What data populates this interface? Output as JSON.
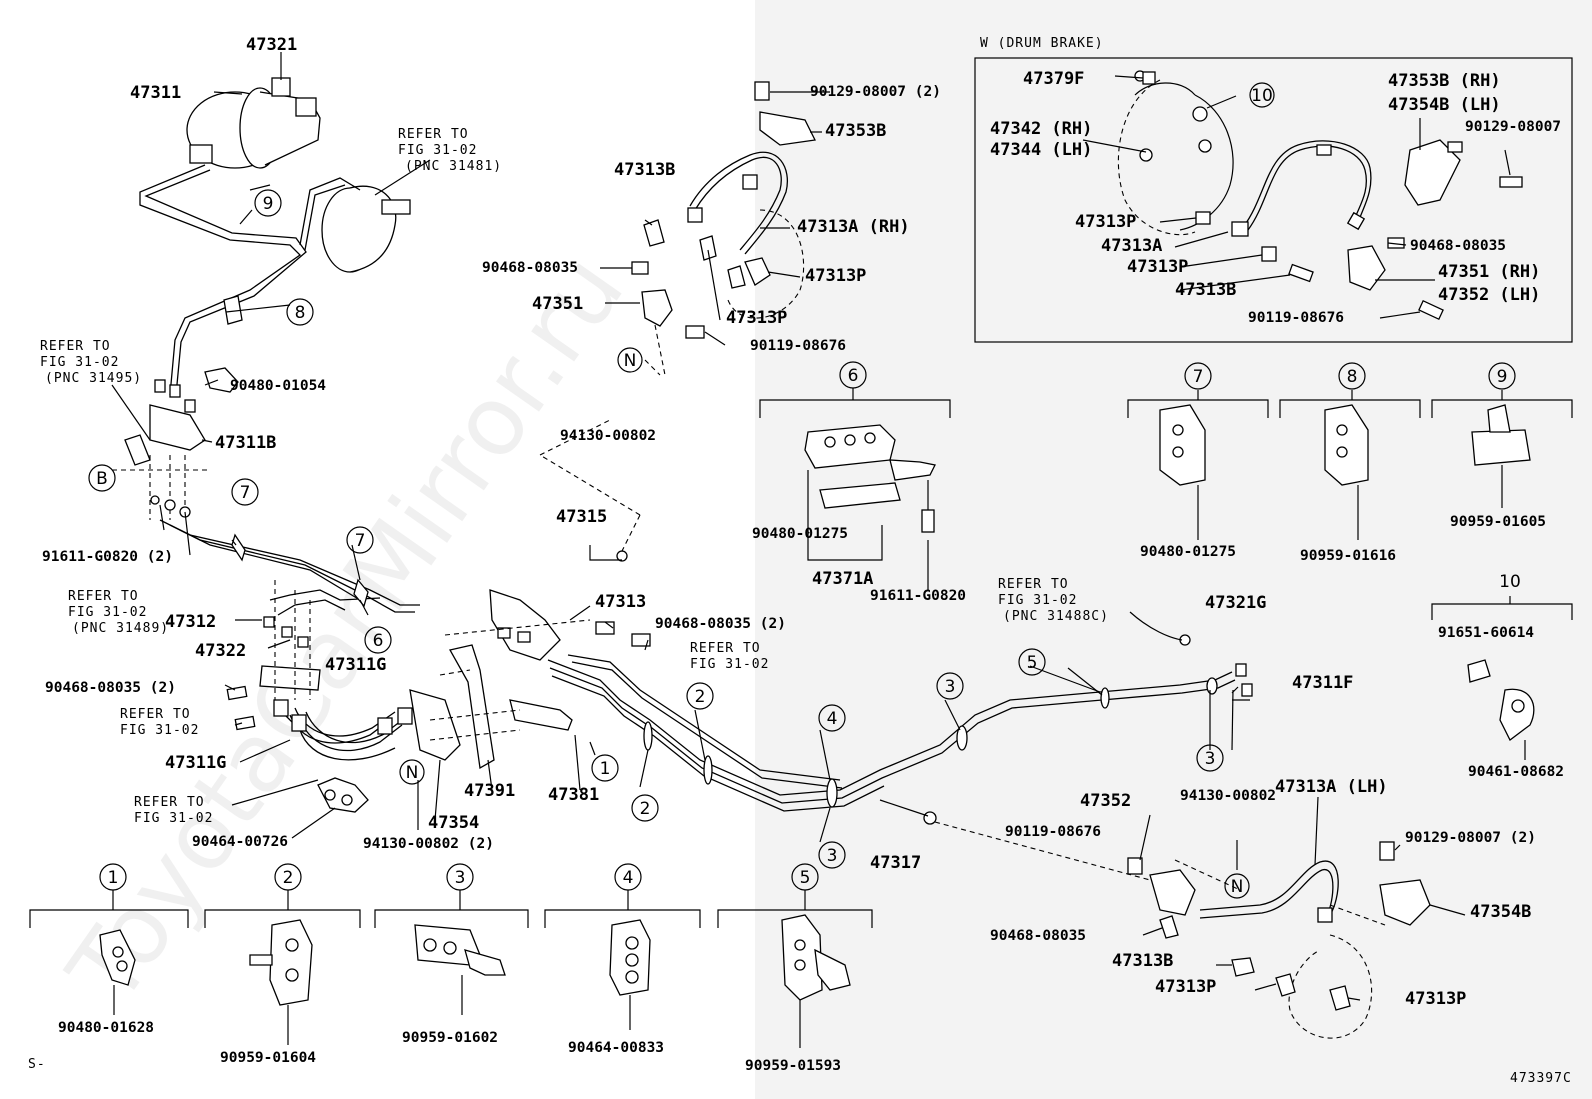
{
  "header": {
    "drum_brake": "W (DRUM BRAKE)"
  },
  "watermark": "ToyotaCarMirror.ru",
  "footer": {
    "sheet_ref": "S-",
    "figure_id": "473397C"
  },
  "refer": {
    "line1": "REFER TO",
    "fig": "FIG 31-02",
    "pnc_31481": "(PNC 31481)",
    "pnc_31495": "(PNC 31495)",
    "pnc_31489": "(PNC 31489)",
    "pnc_31488c": "(PNC 31488C)"
  },
  "parts": {
    "p47321": "47321",
    "p47311": "47311",
    "p47311b": "47311B",
    "p90480_01054": "90480-01054",
    "p91611_g0820_2": "91611-G0820 (2)",
    "p47312": "47312",
    "p47322": "47322",
    "p90468_08035_2a": "90468-08035 (2)",
    "p47311g_a": "47311G",
    "p47311g_b": "47311G",
    "p90464_00726": "90464-00726",
    "p47354": "47354",
    "p94130_00802_2": "94130-00802 (2)",
    "p47391": "47391",
    "p47381": "47381",
    "p47315": "47315",
    "p47313": "47313",
    "p90468_08035_2b": "90468-08035 (2)",
    "p90129_08007_2a": "90129-08007 (2)",
    "p47353b": "47353B",
    "p47313b_top": "47313B",
    "p47313a_rh": "47313A (RH)",
    "p90468_08035_top": "90468-08035",
    "p47313p_top1": "47313P",
    "p47351": "47351",
    "p47313p_top2": "47313P",
    "p90119_08676_top": "90119-08676",
    "p94130_00802_top": "94130-00802",
    "p90480_01275_a": "90480-01275",
    "p47371a": "47371A",
    "p91611_g0820": "91611-G0820",
    "p47321g": "47321G",
    "p47311f": "47311F",
    "p47317": "47317",
    "p47352": "47352",
    "p90119_08676_b": "90119-08676",
    "p94130_00802_b": "94130-00802",
    "p47313a_lh": "47313A (LH)",
    "p90129_08007_2b": "90129-08007 (2)",
    "p47354b": "47354B",
    "p90468_08035_b": "90468-08035",
    "p47313b_b": "47313B",
    "p47313p_b1": "47313P",
    "p47313p_b2": "47313P",
    "p90480_01628": "90480-01628",
    "p90959_01604": "90959-01604",
    "p90959_01602": "90959-01602",
    "p90464_00833": "90464-00833",
    "p90959_01593": "90959-01593",
    "p90480_01275_b": "90480-01275",
    "p90959_01616": "90959-01616",
    "p90959_01605": "90959-01605",
    "p91651_60614": "91651-60614",
    "p90461_08682": "90461-08682",
    "d47379f": "47379F",
    "d47342_rh": "47342 (RH)",
    "d47344_lh": "47344 (LH)",
    "d47353b_rh": "47353B (RH)",
    "d47354b_lh": "47354B (LH)",
    "d90129_08007": "90129-08007",
    "d47313p_1": "47313P",
    "d47313a": "47313A",
    "d47313p_2": "47313P",
    "d47313b": "47313B",
    "d90468_08035": "90468-08035",
    "d47351_rh": "47351 (RH)",
    "d47352_lh": "47352 (LH)",
    "d90119_08676": "90119-08676"
  },
  "callouts": {
    "c1": "1",
    "c2": "2",
    "c3": "3",
    "c4": "4",
    "c5": "5",
    "c6": "6",
    "c7": "7",
    "c8": "8",
    "c9": "9",
    "c10": "10",
    "n": "N",
    "b": "B"
  }
}
